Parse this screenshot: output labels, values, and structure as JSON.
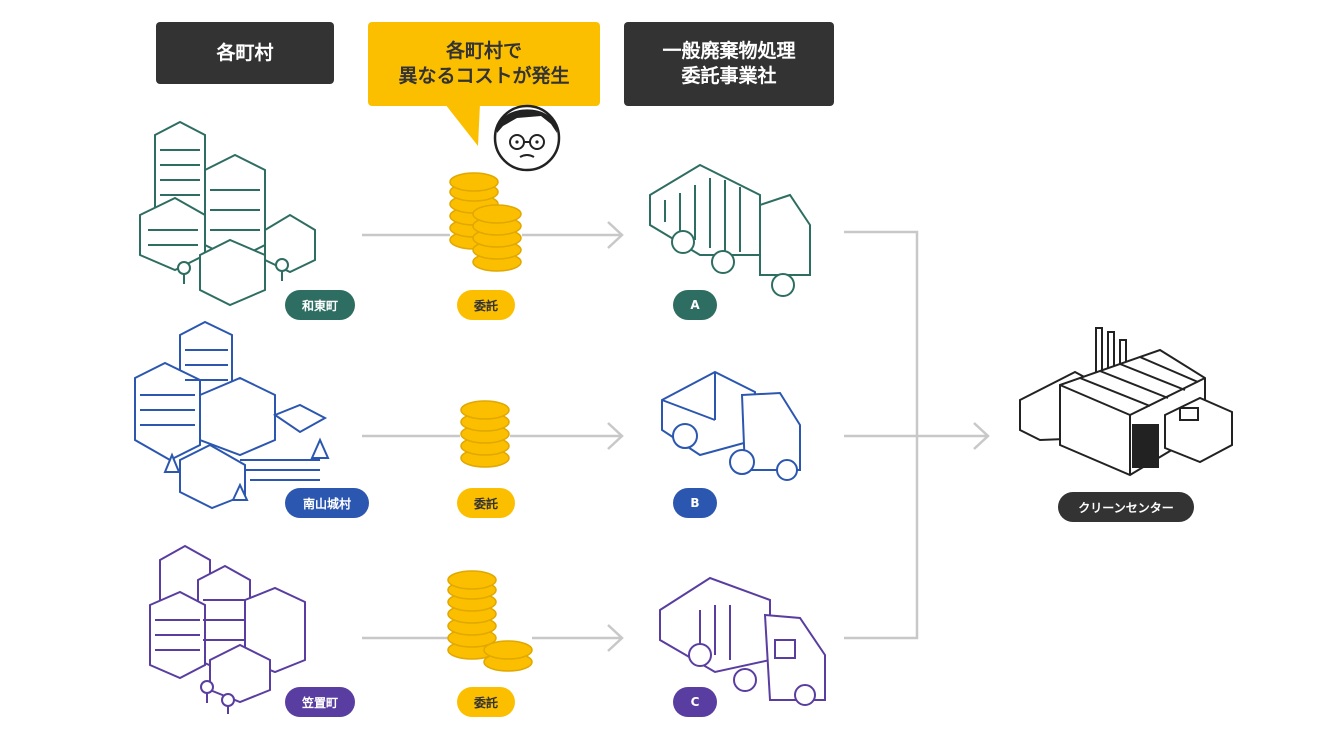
{
  "headers": {
    "municipalities": "各町村",
    "cost_bubble": "各町村で\n異なるコストが発生",
    "contractors": "一般廃棄物処理\n委託事業社"
  },
  "rows": [
    {
      "town": "和東町",
      "consign": "委託",
      "contractor": "A",
      "color": "#2e6e62"
    },
    {
      "town": "南山城村",
      "consign": "委託",
      "contractor": "B",
      "color": "#2c57b0"
    },
    {
      "town": "笠置町",
      "consign": "委託",
      "contractor": "C",
      "color": "#5a3da0"
    }
  ],
  "destination": "クリーンセンター",
  "colors": {
    "coin": "#fcbf00",
    "arrow": "#c8c8c8",
    "dark": "#333333"
  }
}
